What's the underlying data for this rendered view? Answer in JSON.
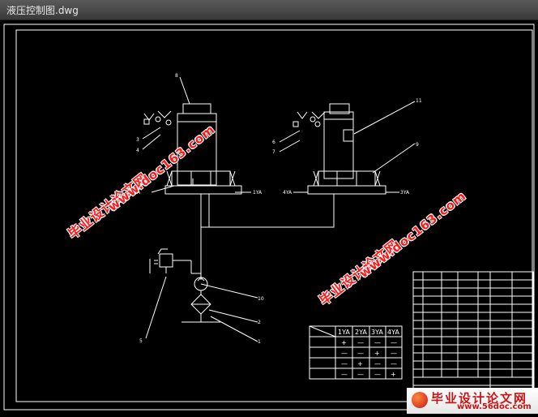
{
  "window": {
    "title": "液压控制图.dwg"
  },
  "drawing": {
    "labels": {
      "l1": "1",
      "l2": "2",
      "l3": "3",
      "l4": "4",
      "l5": "5",
      "l6": "6",
      "l7": "7",
      "l8": "8",
      "l9": "9",
      "l10": "10",
      "l11": "11",
      "ya1": "1YA",
      "ya2": "2YA",
      "ya4": "4YA",
      "ya3": "3YA"
    },
    "solenoid_table": {
      "headers": [
        "1YA",
        "2YA",
        "3YA",
        "4YA"
      ],
      "rows": [
        [
          "+",
          "—",
          "—",
          "—"
        ],
        [
          "—",
          "—",
          "+",
          "—"
        ],
        [
          "—",
          "+",
          "—",
          "—"
        ],
        [
          "—",
          "—",
          "—",
          "+"
        ]
      ]
    }
  },
  "watermarks": {
    "cn": "毕业设计论文网",
    "url": "www.doc163.com"
  },
  "logo": {
    "cn": "毕业设计论文网",
    "url": "www.56doc.com"
  },
  "colors": {
    "line": "#ffffff",
    "frame": "#ffffff",
    "watermark": "#ff1a1a",
    "leader": "#ffffff"
  }
}
